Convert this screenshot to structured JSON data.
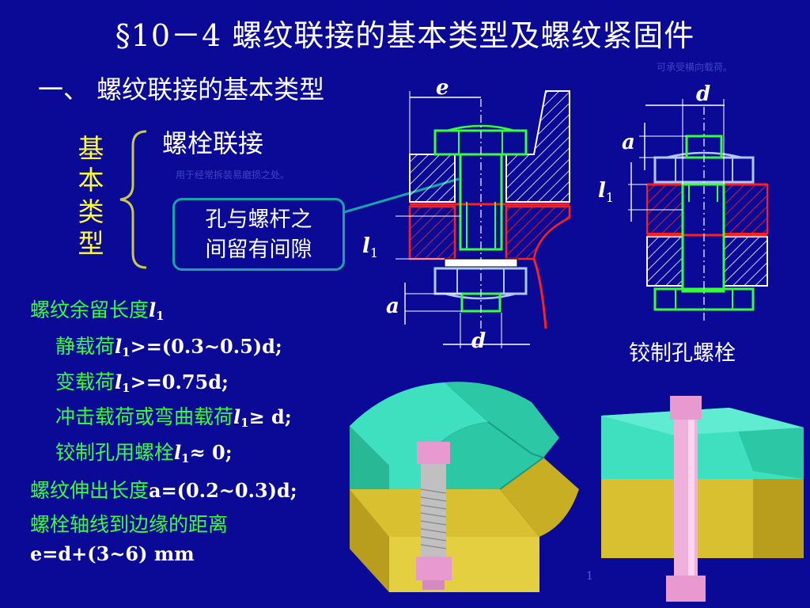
{
  "title": "§10－4   螺纹联接的基本类型及螺纹紧固件",
  "watermark_top": "可承受横向载荷。",
  "watermark_mid": "用于经常拆装易磨损之处。",
  "section": "一、 螺纹联接的基本类型",
  "basic_types": [
    "基",
    "本",
    "类",
    "型"
  ],
  "bolt_connection": "螺栓联接",
  "callout": [
    "孔与螺杆之",
    "间留有间隙"
  ],
  "residual": {
    "label": "螺纹余留长度",
    "var": "l",
    "sub": "1",
    "items": [
      {
        "prefix": "静载荷",
        "var": "l",
        "sub": "1",
        "rest": ">=(0.3~0.5)d;"
      },
      {
        "prefix": "变载荷",
        "var": "l",
        "sub": "1",
        "rest": ">=0.75d;"
      },
      {
        "prefix": "冲击载荷或弯曲载荷",
        "var": "l",
        "sub": "1",
        "rest": "≥ d;"
      },
      {
        "prefix": "铰制孔用螺栓",
        "var": "l",
        "sub": "1",
        "rest": "≈ 0;"
      }
    ]
  },
  "extension": {
    "label": "螺纹伸出长度",
    "value": "a=(0.2~0.3)d;"
  },
  "edge_distance": {
    "label": "螺栓轴线到边缘的距离",
    "value": "e=d+(3~6) mm"
  },
  "reamed_bolt": "铰制孔螺栓",
  "dims": {
    "e": "e",
    "d": "d",
    "a": "a",
    "l": "l",
    "sub1": "1"
  },
  "page_number": "1",
  "colors": {
    "background": "#0a0a96",
    "green_text": "#39ff39",
    "yellow_text": "#ffff33",
    "bolt_outline": "#39ff39",
    "red_part": "#ff2020"
  }
}
